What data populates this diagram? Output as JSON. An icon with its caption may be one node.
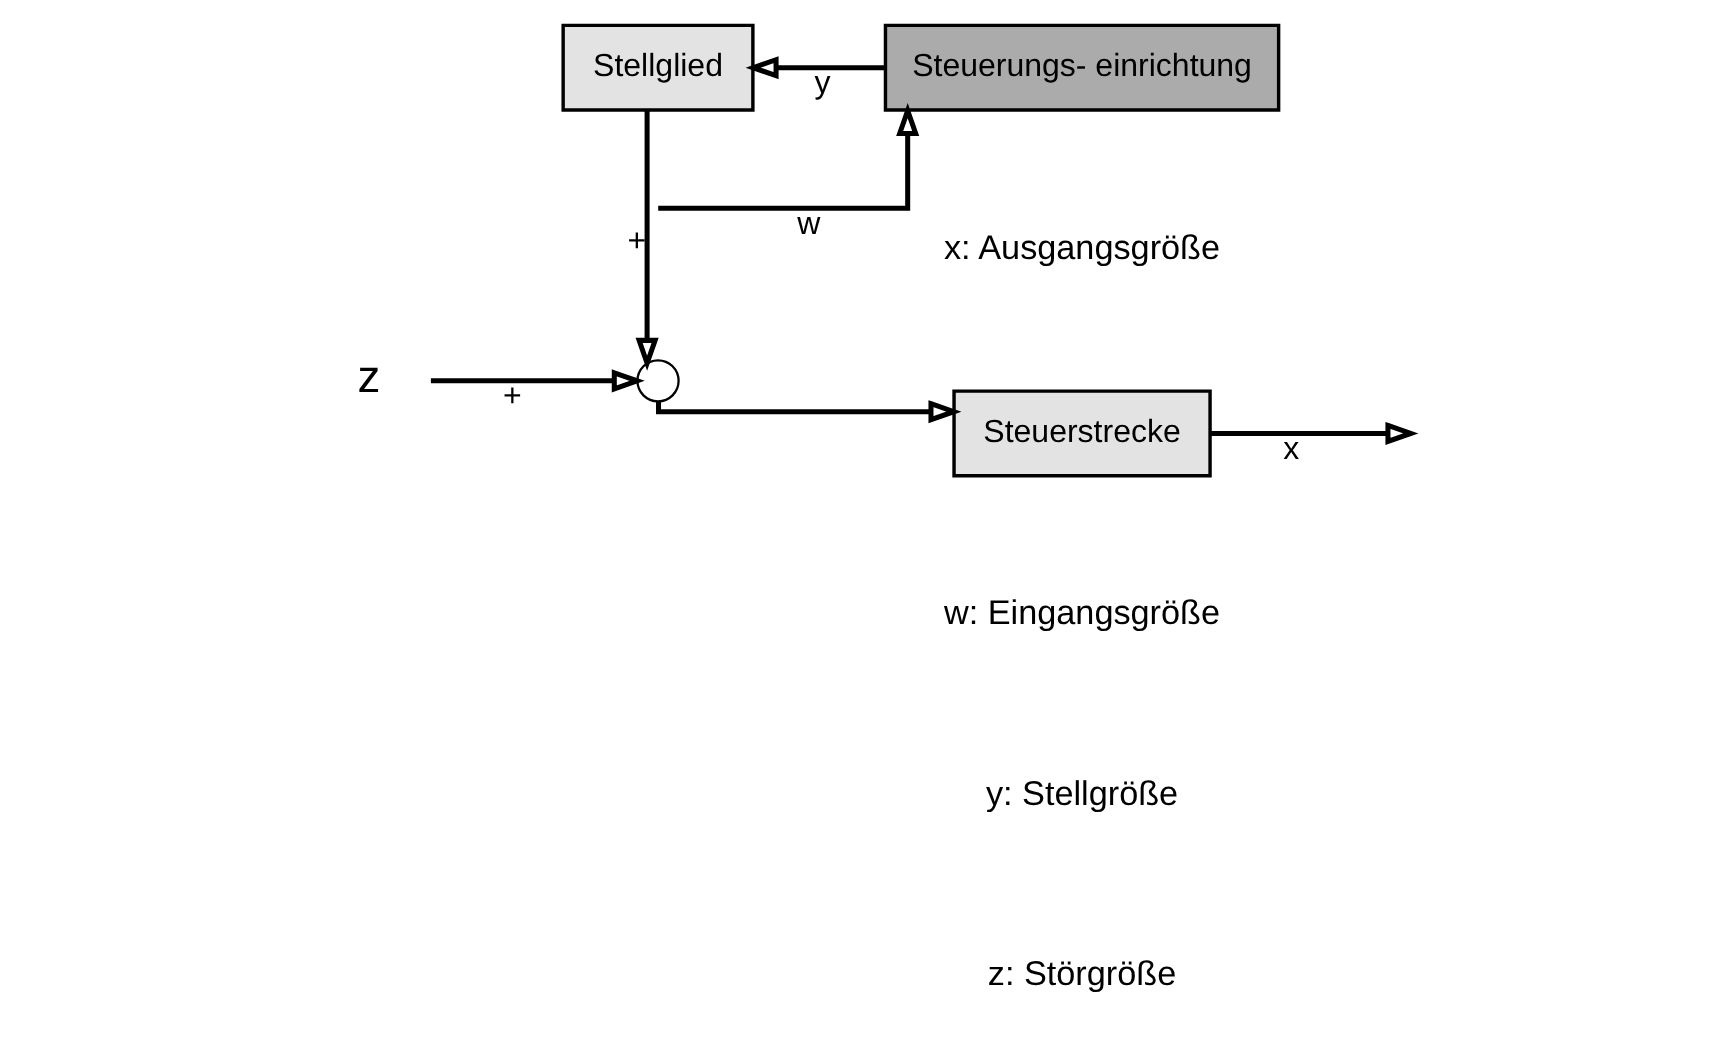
{
  "diagram": {
    "nodes": [
      {
        "text": [
          "z"
        ]
      },
      {
        "text": [],
        "shape": "circle"
      },
      {
        "text": [
          "Steuerstrecke"
        ]
      },
      {
        "text": [
          "Stellglied"
        ]
      },
      {
        "text": [
          "Steuerungs- einrichtung"
        ]
      }
    ],
    "edges": [
      {
        "from": 0,
        "to": 1,
        "arrow": "to",
        "label": "+"
      },
      {
        "from": 1,
        "to": 2,
        "arrow": "to"
      },
      {
        "from": 2,
        "to": null,
        "arrow": "to",
        "label": "x"
      },
      {
        "from": 3,
        "to": 1,
        "arrow": "to",
        "label": "+"
      },
      {
        "from": 4,
        "to": 3,
        "arrow": "to",
        "label": "y"
      },
      {
        "from": null,
        "to": 4,
        "arrow": "to",
        "label": "w"
      }
    ],
    "labels": [
      "x: Ausgangsgröße",
      "w: Eingangsgröße",
      "y: Stellgröße",
      "z: Störgröße"
    ]
  }
}
